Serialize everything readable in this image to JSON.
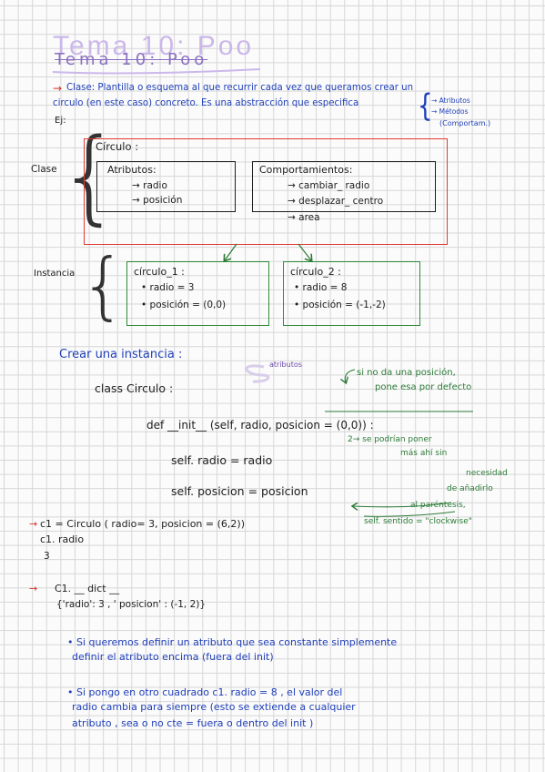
{
  "header": {
    "title_faded": "Tema 10: Poo",
    "title_crossed": "Tema 10: Poo"
  },
  "intro": {
    "arrow": "→",
    "line1": "Clase: Plantilla o esquema al que recurrir cada vez que queramos crear un",
    "line2": "circulo (en este caso) concreto. Es una abstracción que especifica",
    "ej": "Ej:",
    "spec_items": [
      "→ Atributos",
      "→ Métodos",
      "(Comportam.)"
    ]
  },
  "diagram": {
    "clase_label": "Clase",
    "instancia_label": "Instancia",
    "class_name": "Círculo :",
    "attributes": {
      "title": "Atributos:",
      "items": [
        "→ radio",
        "→ posición"
      ]
    },
    "behaviours": {
      "title": "Comportamientos:",
      "items": [
        "→ cambiar_ radio",
        "→ desplazar_ centro",
        "→ area"
      ]
    },
    "instance1": {
      "title": "círculo_1 :",
      "items": [
        "• radio = 3",
        "• posición = (0,0)"
      ]
    },
    "instance2": {
      "title": "círculo_2 :",
      "items": [
        "• radio = 8",
        "• posición = (-1,-2)"
      ]
    }
  },
  "code_section": {
    "heading": "Crear una instancia :",
    "atributos_note": "atributos",
    "default_note_1": "si no da una posición,",
    "default_note_2": "pone esa por defecto",
    "line_class": "class   Circulo :",
    "line_def": "def __init__ (self, radio, posicion = (0,0)) :",
    "line_self1": "self. radio  =  radio",
    "line_self2": "self.  posicion  =  posicion",
    "note_b1": "2→ se podrían poner",
    "note_b2": "más ahí  sin",
    "note_b3": "necesidad",
    "note_b4": "de añadirlo",
    "note_b5": "al paréntesis,",
    "note_b6": "self. sentido = \"clockwise\""
  },
  "usage": {
    "arrow": "→",
    "line1": "c1 = Circulo ( radio= 3, posicion = (6,2))",
    "line2": "c1. radio",
    "line3": "3",
    "dict_arrow": "→",
    "dict_line1": "C1. __ dict __",
    "dict_line2": "{'radio': 3 , ' posicion' : (-1, 2)}"
  },
  "bullets": [
    {
      "line1": "• Si queremos definir un atributo que sea constante  simplemente",
      "line2": "definir el atributo encima (fuera del init)"
    },
    {
      "line1": "• Si pongo en otro cuadrado   c1. radio = 8  , el valor del",
      "line2": "radio cambia para siempre (esto se extiende a cualquier",
      "line3": "atributo , sea o no cte = fuera o dentro del init )"
    }
  ],
  "colors": {
    "blue_ink": "#1f3fb8",
    "green_ink": "#2b7a36",
    "red_ink": "#d8342b",
    "purple_title": "#b29ad6",
    "grid": "#d6d6d6"
  }
}
